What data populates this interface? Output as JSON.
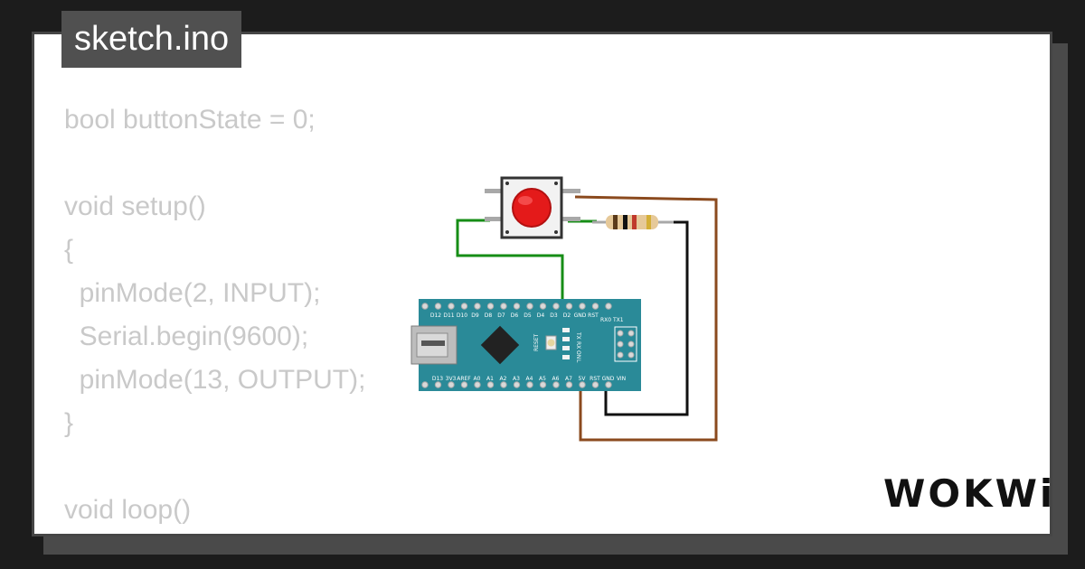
{
  "title": "sketch.ino",
  "code_lines": [
    "bool buttonState = 0;",
    "",
    "void setup()",
    "{",
    "  pinMode(2, INPUT);",
    "  Serial.begin(9600);",
    "  pinMode(13, OUTPUT);",
    "}",
    "",
    "void loop()",
    "{"
  ],
  "board": {
    "top_pins": [
      "D12",
      "D11",
      "D10",
      "D9",
      "D8",
      "D7",
      "D6",
      "D5",
      "D4",
      "D3",
      "D2",
      "GND",
      "RST"
    ],
    "bottom_pins": [
      "D13",
      "3V3",
      "AREF",
      "A0",
      "A1",
      "A2",
      "A3",
      "A4",
      "A5",
      "A6",
      "A7",
      "5V",
      "RST",
      "GND",
      "VIN"
    ],
    "rx_tx_label": "RX0 TX1",
    "reset_label": "RESET",
    "led_labels": [
      "TX",
      "RX",
      "ON",
      "L"
    ]
  },
  "logo": "WOKWi",
  "colors": {
    "board": "#2a8a98",
    "wire_green": "#168d16",
    "wire_brown": "#8b4a1e",
    "wire_black": "#111111",
    "button_red": "#e41a1a"
  }
}
